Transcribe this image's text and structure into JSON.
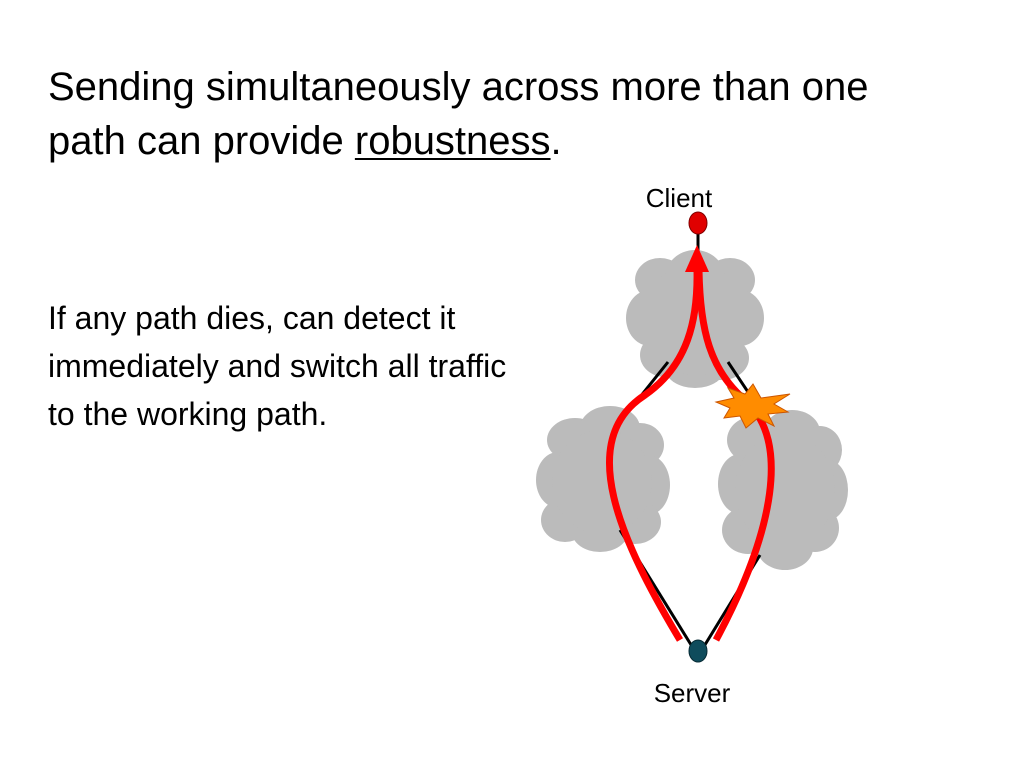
{
  "slide": {
    "title_main": "Sending simultaneously across more than one path can provide ",
    "title_emphasis": "robustness",
    "title_end": ".",
    "body": "If any path dies, can detect it immediately and switch all traffic to the working path."
  },
  "diagram": {
    "client_label": "Client",
    "server_label": "Server",
    "colors": {
      "path": "#ff0000",
      "link": "#000000",
      "cloud": "#bbbbbb",
      "client_node": "#e00000",
      "server_node": "#0f4c5c",
      "failure_burst": "#ff8c00"
    },
    "clouds": [
      "top-cloud",
      "left-cloud",
      "right-cloud"
    ],
    "failure_icon": "explosion-icon"
  }
}
